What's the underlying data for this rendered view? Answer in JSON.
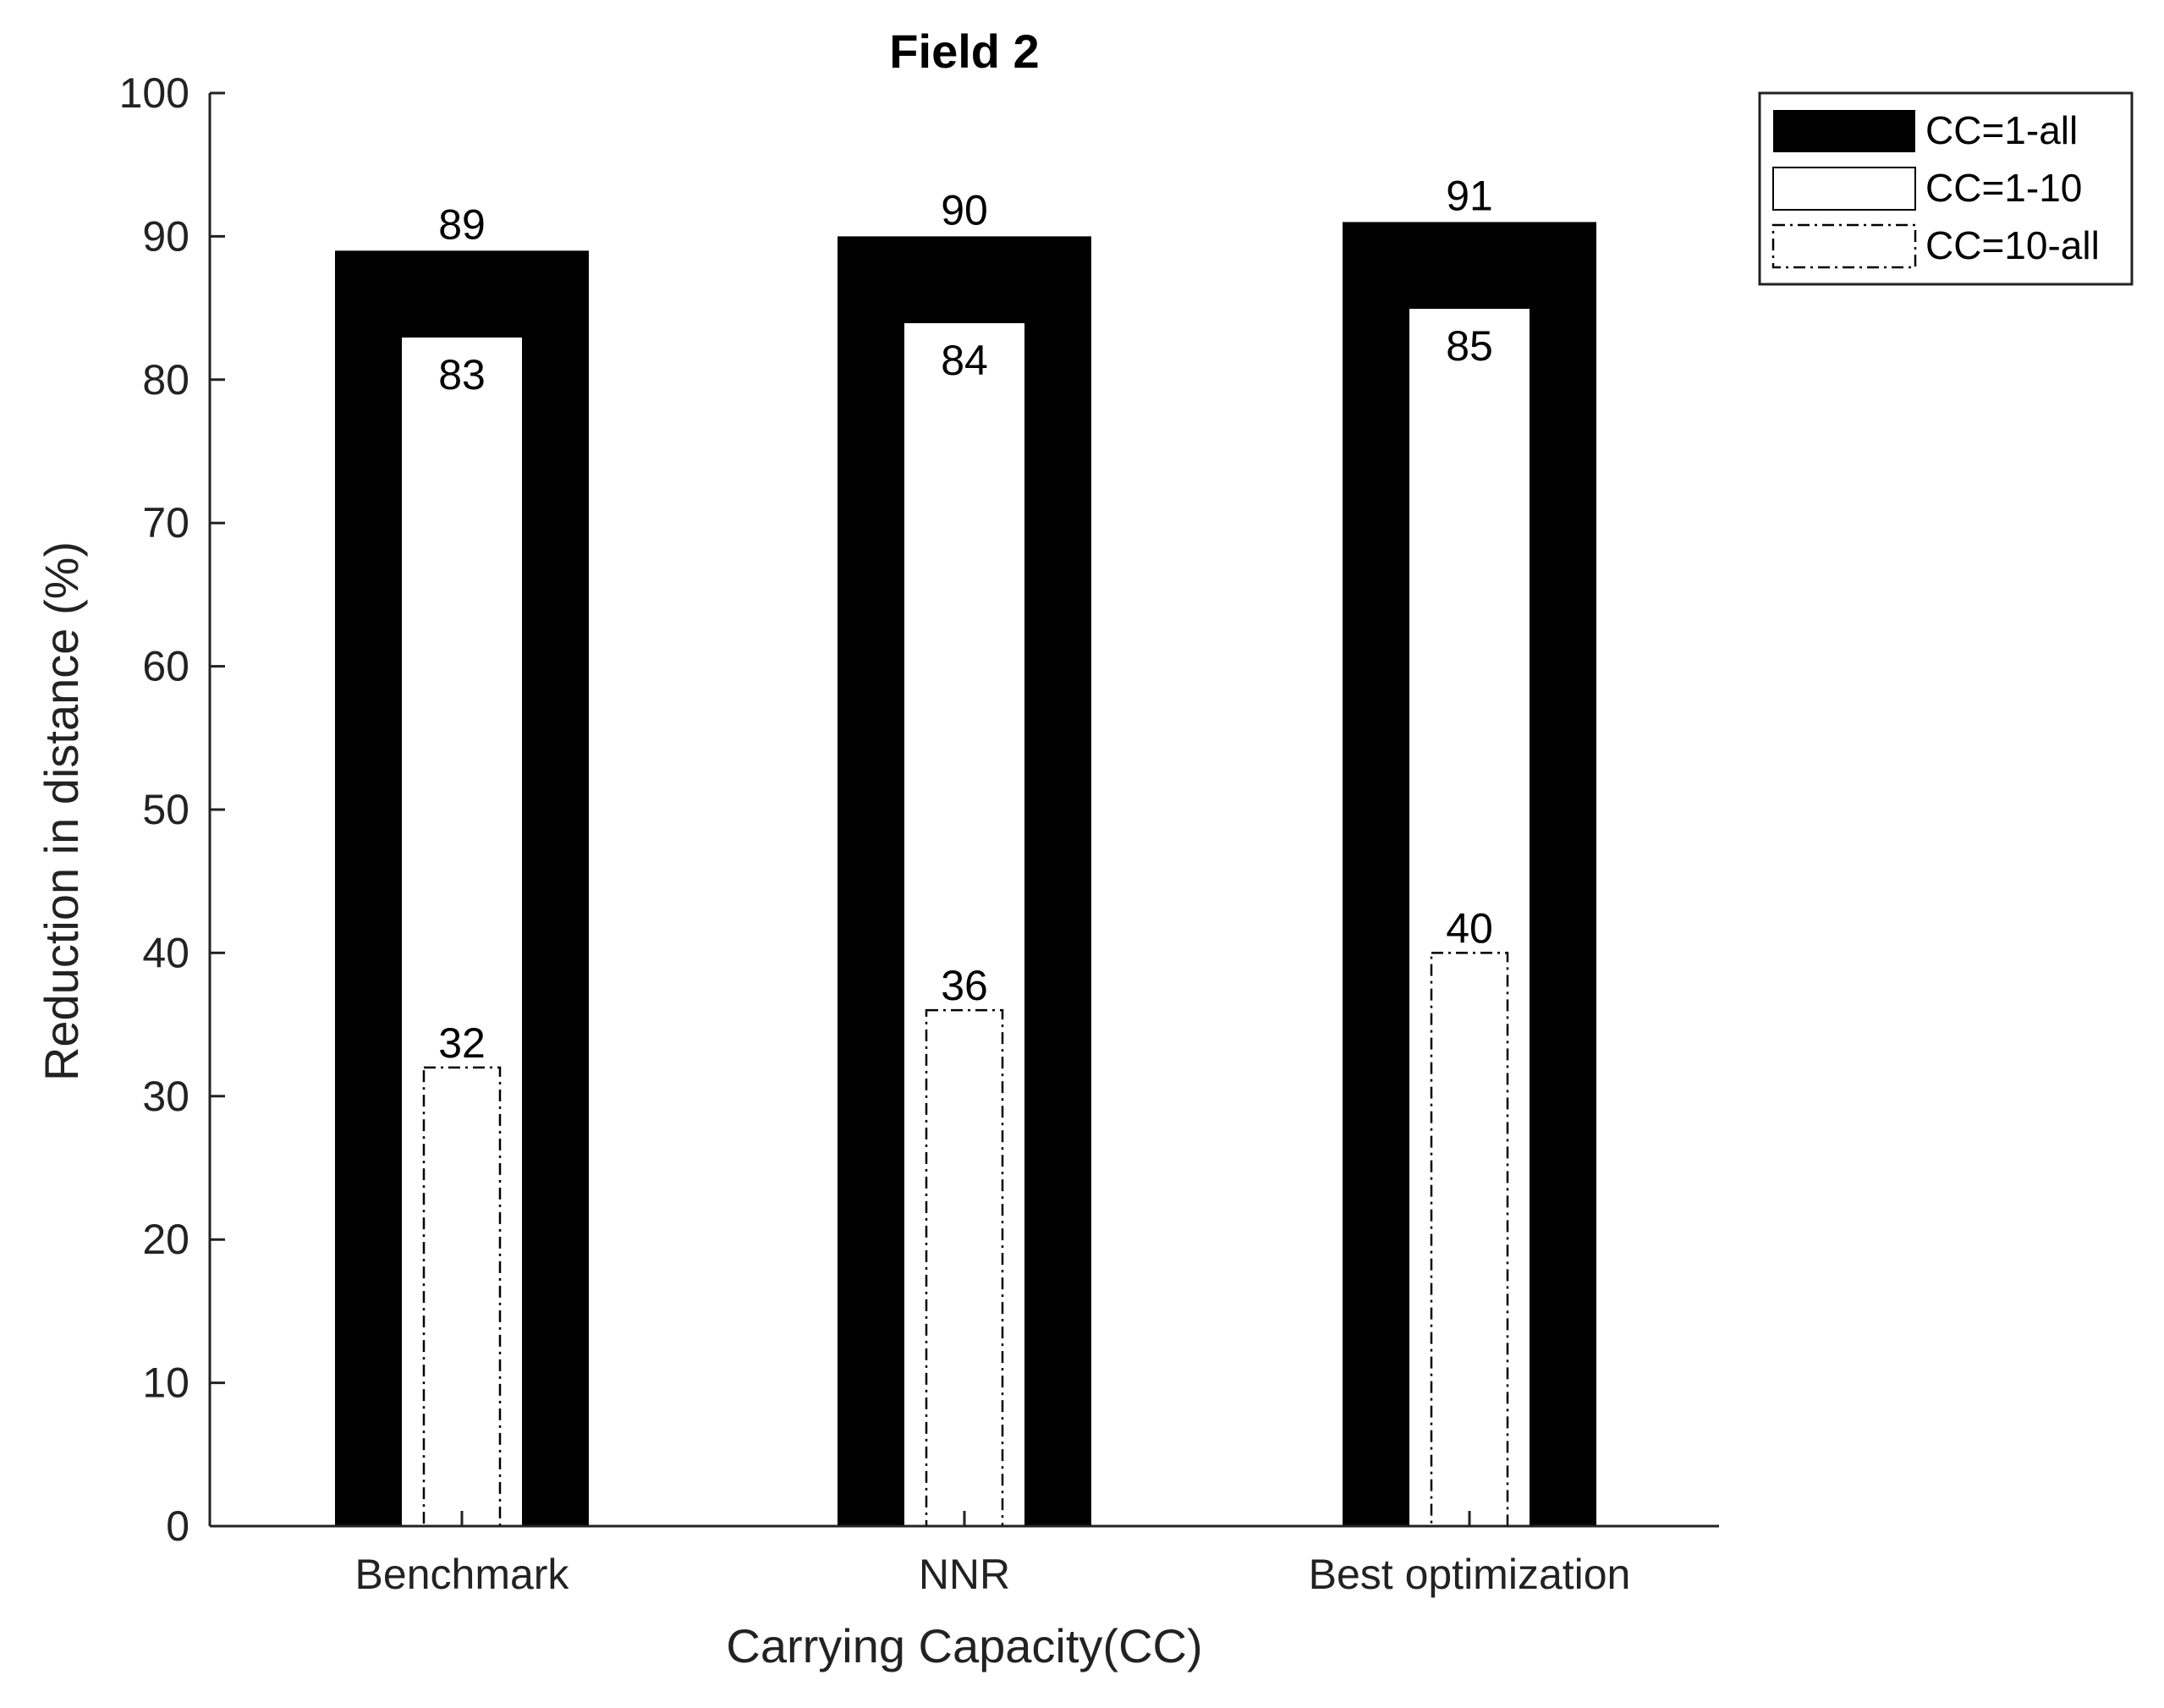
{
  "chart_data": {
    "type": "bar",
    "title": "Field 2",
    "xlabel": "Carrying Capacity(CC)",
    "ylabel": "Reduction in distance (%)",
    "ylim": [
      0,
      100
    ],
    "yticks": [
      0,
      10,
      20,
      30,
      40,
      50,
      60,
      70,
      80,
      90,
      100
    ],
    "categories": [
      "Benchmark",
      "NNR",
      "Best optimization"
    ],
    "series": [
      {
        "name": "CC=1-all",
        "values": [
          89,
          90,
          91
        ],
        "style": "solid-black",
        "color": "#000000"
      },
      {
        "name": "CC=1-10",
        "values": [
          83,
          84,
          85
        ],
        "style": "white-solid-outline",
        "color": "#ffffff"
      },
      {
        "name": "CC=10-all",
        "values": [
          32,
          36,
          40
        ],
        "style": "white-dashdot-outline",
        "color": "#ffffff"
      }
    ],
    "legend_position": "top-right-outside",
    "grid": false
  }
}
